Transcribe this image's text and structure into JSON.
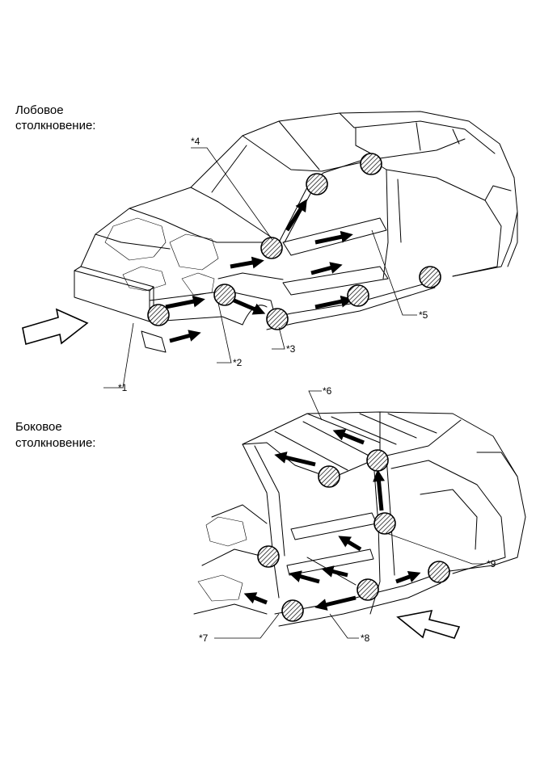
{
  "sections": {
    "frontal": {
      "heading_line1": "Лобовое",
      "heading_line2": "столкновение:"
    },
    "side": {
      "heading_line1": "Боковое",
      "heading_line2": "столкновение:"
    }
  },
  "callouts": {
    "c1": "*1",
    "c2": "*2",
    "c3": "*3",
    "c4": "*4",
    "c5": "*5",
    "c6": "*6",
    "c7": "*7",
    "c8": "*8",
    "c9": "*9"
  },
  "colors": {
    "line": "#000000",
    "arrow": "#000000",
    "background": "#ffffff"
  }
}
